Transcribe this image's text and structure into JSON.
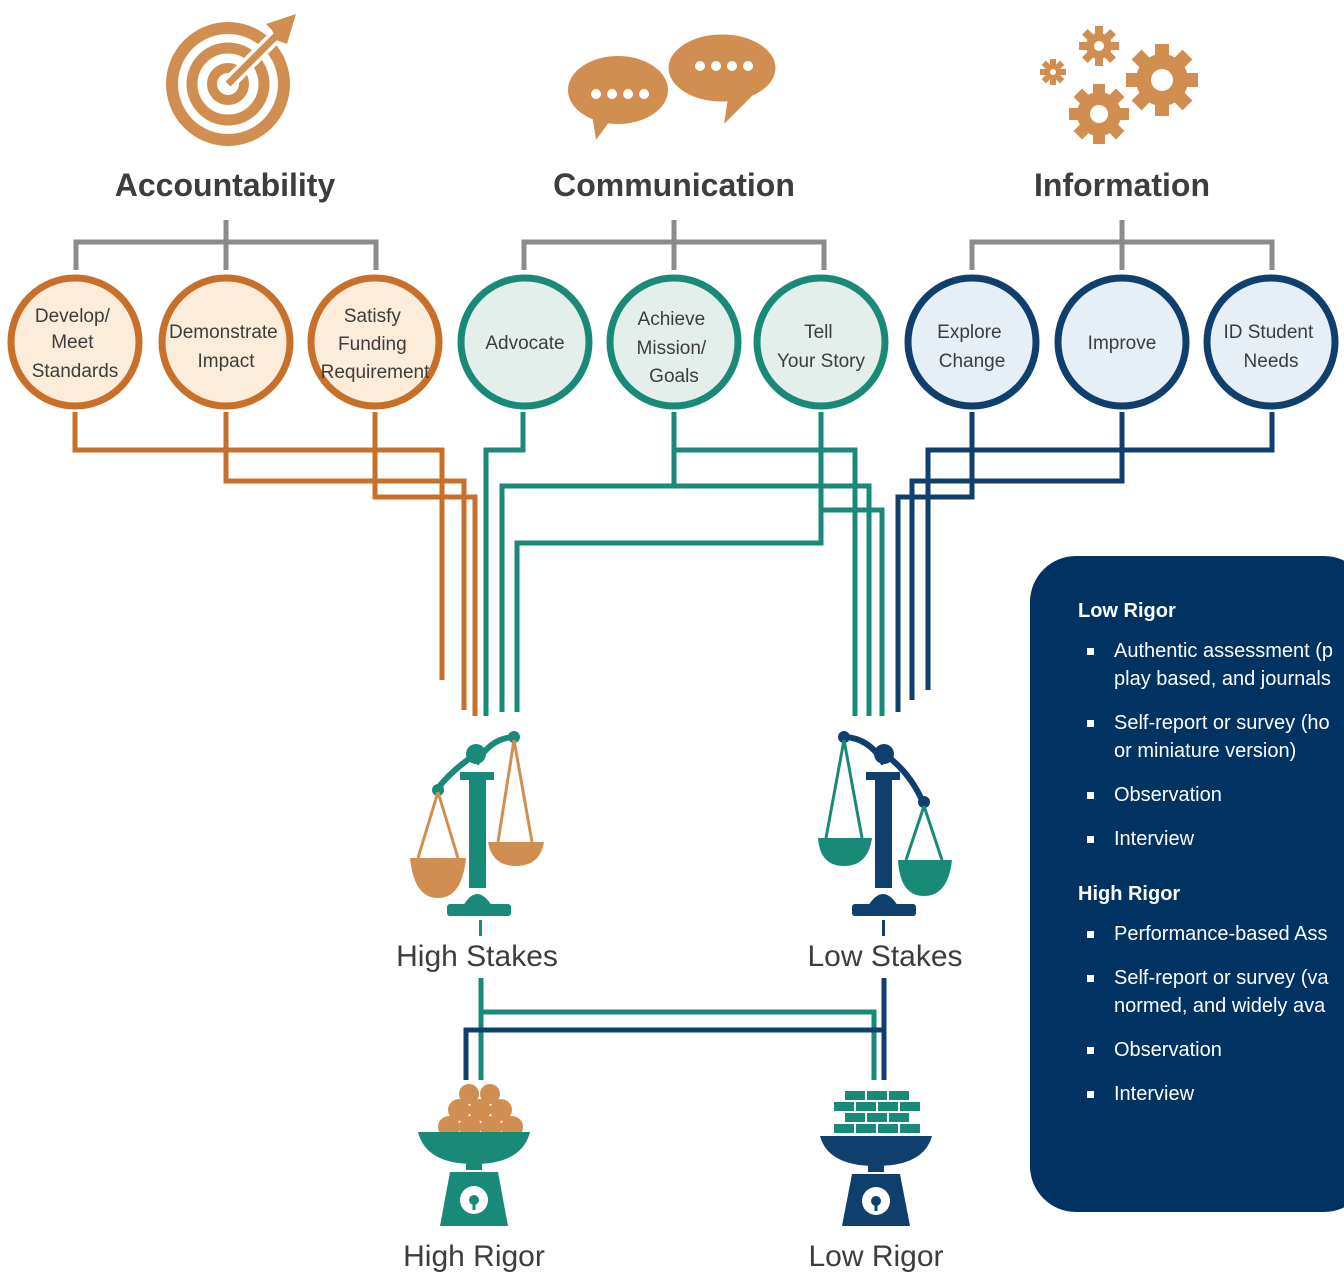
{
  "colors": {
    "accountability": "#c86f2a",
    "communication": "#1a8a78",
    "information": "#0f3f6c",
    "connector_gray": "#8c8c8c",
    "icon_tan": "#d08f50",
    "legend_bg": "#003361"
  },
  "groups": [
    {
      "heading": "Accountability",
      "icon": "target-icon",
      "circles": [
        {
          "lines": [
            "Develop/",
            "Meet",
            "Standards"
          ]
        },
        {
          "lines": [
            "Demonstrate",
            "Impact"
          ]
        },
        {
          "lines": [
            "Satisfy",
            "Funding",
            "Requirement"
          ]
        }
      ]
    },
    {
      "heading": "Communication",
      "icon": "speech-bubbles-icon",
      "circles": [
        {
          "lines": [
            "Advocate"
          ]
        },
        {
          "lines": [
            "Achieve",
            "Mission/",
            "Goals"
          ]
        },
        {
          "lines": [
            "Tell",
            "Your Story"
          ]
        }
      ]
    },
    {
      "heading": "Information",
      "icon": "gears-icon",
      "circles": [
        {
          "lines": [
            "Explore",
            "Change"
          ]
        },
        {
          "lines": [
            "Improve"
          ]
        },
        {
          "lines": [
            "ID Student",
            "Needs"
          ]
        }
      ]
    }
  ],
  "stakes": {
    "high": {
      "label": "High Stakes",
      "icon": "balance-scale-icon"
    },
    "low": {
      "label": "Low Stakes",
      "icon": "balance-scale-icon"
    }
  },
  "rigor": {
    "high": {
      "label": "High Rigor",
      "icon": "weighing-scale-icon"
    },
    "low": {
      "label": "Low Rigor",
      "icon": "weighing-scale-icon"
    }
  },
  "legend": {
    "low_rigor": {
      "heading": "Low Rigor",
      "items": [
        "Authentic assessment (p\nplay based, and journals",
        "Self-report or survey (ho\nor miniature version)",
        "Observation",
        "Interview"
      ]
    },
    "high_rigor": {
      "heading": "High Rigor",
      "items": [
        "Performance-based Ass",
        "Self-report or survey (va\nnormed, and widely ava",
        "Observation",
        "Interview"
      ]
    }
  }
}
